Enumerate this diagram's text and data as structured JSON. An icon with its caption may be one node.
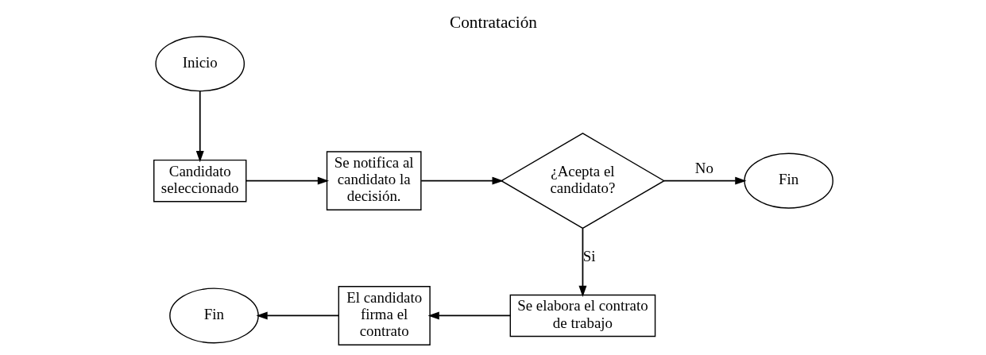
{
  "diagram": {
    "title": "Contratación",
    "nodes": [
      {
        "text": [
          "Inicio"
        ]
      },
      {
        "text": [
          "Candidato seleccionado"
        ]
      },
      {
        "text": [
          "Se notifica al candidato la decisión."
        ]
      },
      {
        "text": [
          "¿Acepta el candidato?"
        ]
      },
      {
        "text": [
          "Fin"
        ]
      },
      {
        "text": [
          "Se elabora el contrato de trabajo"
        ]
      },
      {
        "text": [
          "El candidato firma el contrato"
        ]
      },
      {
        "text": [
          "Fin"
        ]
      }
    ],
    "edges": [
      {
        "from": 0,
        "to": 1,
        "arrow": "to"
      },
      {
        "from": 1,
        "to": 2,
        "arrow": "to"
      },
      {
        "from": 2,
        "to": 3,
        "arrow": "to"
      },
      {
        "from": 3,
        "to": 4,
        "arrow": "to",
        "label": "No"
      },
      {
        "from": 3,
        "to": 5,
        "arrow": "to",
        "label": "Si"
      },
      {
        "from": 5,
        "to": 6,
        "arrow": "to"
      },
      {
        "from": 6,
        "to": 7,
        "arrow": "to"
      }
    ]
  }
}
